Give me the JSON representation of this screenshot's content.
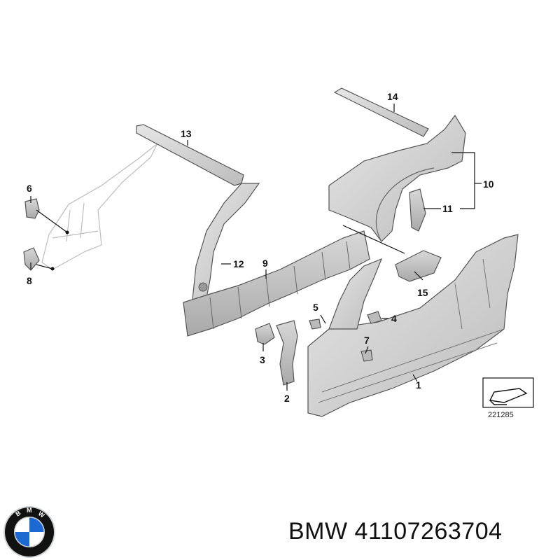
{
  "callouts": [
    "1",
    "2",
    "3",
    "4",
    "5",
    "6",
    "7",
    "8",
    "9",
    "10",
    "11",
    "12",
    "13",
    "14",
    "15"
  ],
  "reference_number": "221285",
  "caption": "BMW 41107263704",
  "logo": {
    "letters": "BMW",
    "colors": {
      "blue": "#1c69d4",
      "white": "#ffffff",
      "ring": "#111111",
      "chrome": "#cfd3d6"
    }
  },
  "colors": {
    "part_fill": "#d9d9d9",
    "part_stroke": "#555555",
    "ghost_stroke": "#bdbdbd",
    "line": "#111111"
  }
}
